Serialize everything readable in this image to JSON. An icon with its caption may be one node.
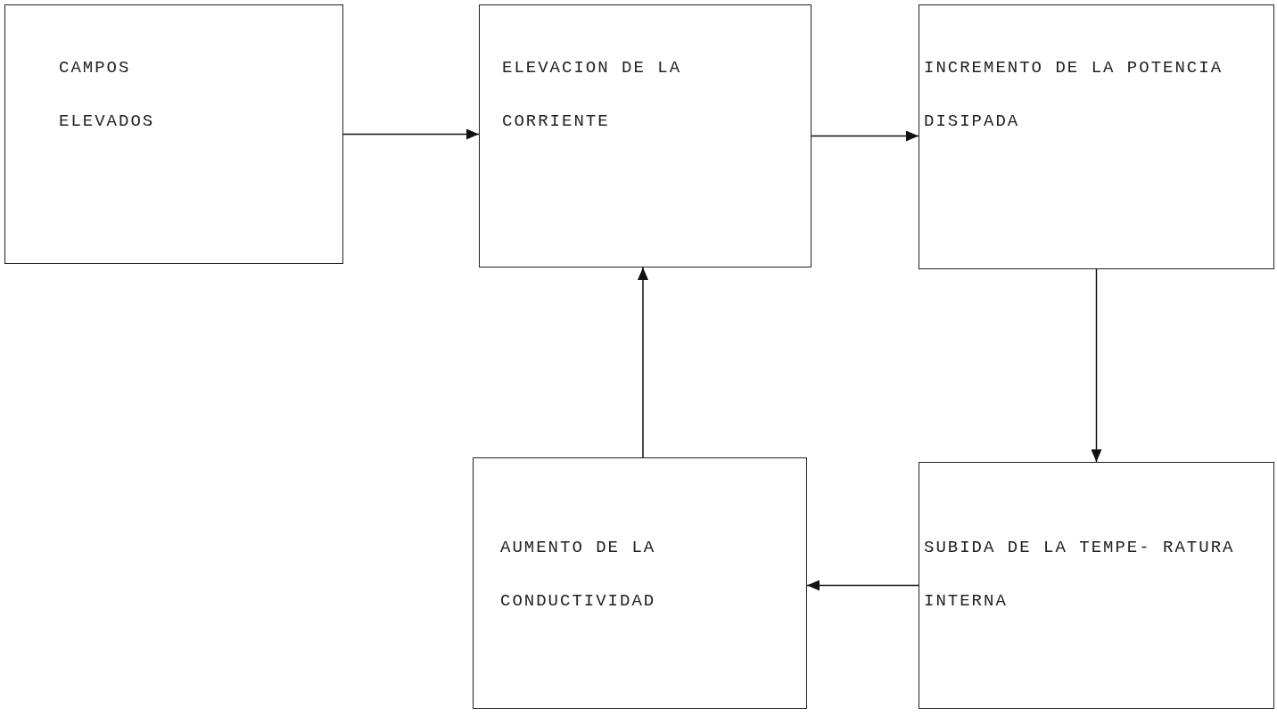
{
  "diagram": {
    "nodes": [
      {
        "text": [
          "CAMPOS ELEVADOS"
        ]
      },
      {
        "text": [
          "ELEVACION DE LA CORRIENTE"
        ]
      },
      {
        "text": [
          "INCREMENTO DE LA POTENCIA DISIPADA"
        ]
      },
      {
        "text": [
          "AUMENTO DE LA CONDUCTIVIDAD"
        ]
      },
      {
        "text": [
          "SUBIDA DE LA TEMPE- RATURA INTERNA"
        ]
      }
    ],
    "edges": [
      {
        "from": 0,
        "to": 1,
        "arrow": "to"
      },
      {
        "from": 1,
        "to": 2,
        "arrow": "to"
      },
      {
        "from": 2,
        "to": 4,
        "arrow": "to"
      },
      {
        "from": 4,
        "to": 3,
        "arrow": "to"
      },
      {
        "from": 3,
        "to": 1,
        "arrow": "to"
      }
    ]
  }
}
